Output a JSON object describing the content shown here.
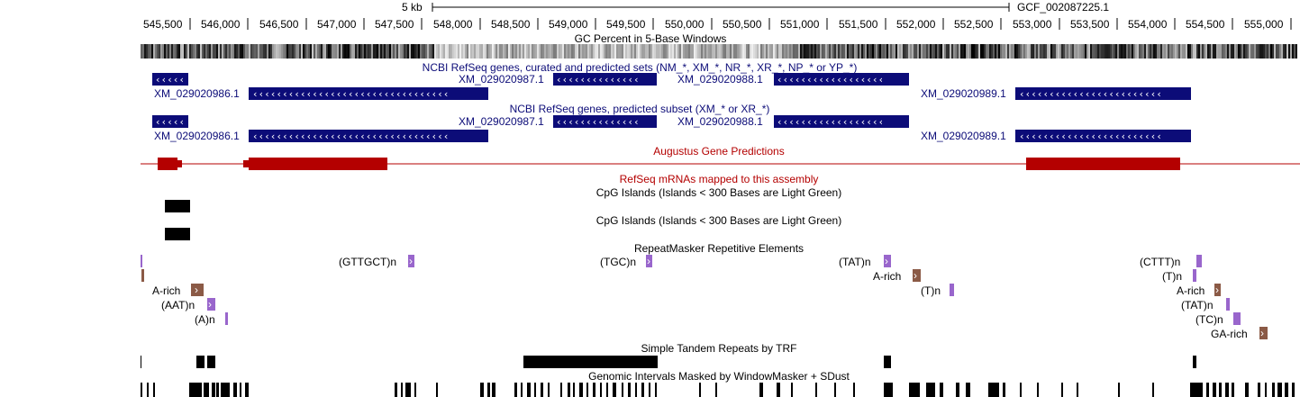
{
  "ruler": {
    "scale_label": "5 kb",
    "assembly": "GCF_002087225.1",
    "ticks": [
      "545,500",
      "546,000",
      "546,500",
      "547,000",
      "547,500",
      "548,000",
      "548,500",
      "549,000",
      "549,500",
      "550,000",
      "550,500",
      "551,000",
      "551,500",
      "552,000",
      "552,500",
      "553,000",
      "553,500",
      "554,000",
      "554,500",
      "555,000"
    ]
  },
  "tracks": {
    "gc_percent": "GC Percent in 5-Base Windows",
    "refseq_all": "NCBI RefSeq genes, curated and predicted sets (NM_*, XM_*, NR_*, XR_*, NP_* or YP_*)",
    "refseq_predicted": "NCBI RefSeq genes, predicted subset (XM_* or XR_*)",
    "augustus": "Augustus Gene Predictions",
    "refseq_mrna": "RefSeq mRNAs mapped to this assembly",
    "cpg1": "CpG Islands (Islands < 300 Bases are Light Green)",
    "cpg2": "CpG Islands (Islands < 300 Bases are Light Green)",
    "repeatmasker": "RepeatMasker Repetitive Elements",
    "trf": "Simple Tandem Repeats by TRF",
    "windowmasker": "Genomic Intervals Masked by WindowMasker + SDust"
  },
  "genes": {
    "xm986": "XM_029020986.1",
    "xm987": "XM_029020987.1",
    "xm988": "XM_029020988.1",
    "xm989": "XM_029020989.1"
  },
  "repeats": {
    "gttgct": "(GTTGCT)n",
    "tgc": "(TGC)n",
    "tat1": "(TAT)n",
    "ctttn": "(CTTT)n",
    "arich1": "A-rich",
    "tn1": "(T)n",
    "tn2": "(T)n",
    "arich2": "A-rich",
    "arich3": "A-rich",
    "aatn": "(AAT)n",
    "tat2": "(TAT)n",
    "an": "(A)n",
    "tcn": "(TC)n",
    "garich": "GA-rich"
  },
  "colors": {
    "refseq_gene": "#0c0c78",
    "augustus": "#b40000",
    "repeat_simple": "#9966cc",
    "repeat_lowcomplexity": "#8b5a46"
  }
}
